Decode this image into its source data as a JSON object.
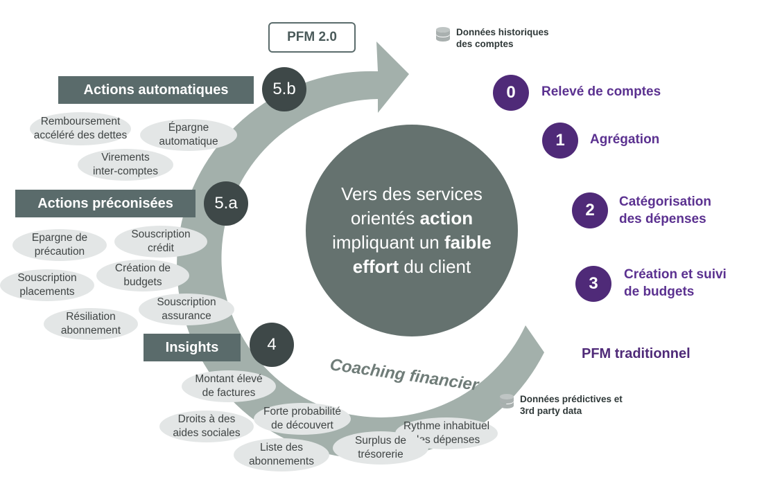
{
  "header": {
    "pfm2_label": "PFM 2.0"
  },
  "data_sources": {
    "historical": {
      "line1": "Données historiques",
      "line2": "des comptes",
      "icon": "database-icon"
    },
    "predictive": {
      "line1": "Données prédictives et",
      "line2": "3rd party data",
      "icon": "database-icon"
    }
  },
  "center": {
    "line1": "Vers des services",
    "line2_a": "orientés ",
    "line2_b": "action",
    "line3_a": "impliquant un ",
    "line3_b": "faible",
    "line4_a": "effort",
    "line4_b": " du client"
  },
  "arrow_label": "Coaching financier",
  "steps": [
    {
      "number": "0",
      "label_line1": "Relevé de comptes",
      "label_line2": ""
    },
    {
      "number": "1",
      "label_line1": "Agrégation",
      "label_line2": ""
    },
    {
      "number": "2",
      "label_line1": "Catégorisation",
      "label_line2": "des dépenses"
    },
    {
      "number": "3",
      "label_line1": "Création et suivi",
      "label_line2": "de budgets"
    }
  ],
  "traditional_label": "PFM traditionnel",
  "stages": {
    "auto": {
      "number": "5.b",
      "title": "Actions automatiques",
      "items": [
        {
          "line1": "Remboursement",
          "line2": "accéléré des dettes"
        },
        {
          "line1": "Épargne",
          "line2": "automatique"
        },
        {
          "line1": "Virements",
          "line2": "inter-comptes"
        }
      ]
    },
    "recommended": {
      "number": "5.a",
      "title": "Actions préconisées",
      "items": [
        {
          "line1": "Epargne de",
          "line2": "précaution"
        },
        {
          "line1": "Souscription",
          "line2": "crédit"
        },
        {
          "line1": "Création de",
          "line2": "budgets"
        },
        {
          "line1": "Souscription",
          "line2": "placements"
        },
        {
          "line1": "Souscription",
          "line2": "assurance"
        },
        {
          "line1": "Résiliation",
          "line2": "abonnement"
        }
      ]
    },
    "insights": {
      "number": "4",
      "title": "Insights",
      "items": [
        {
          "line1": "Montant élevé",
          "line2": "de factures"
        },
        {
          "line1": "Forte probabilité",
          "line2": "de découvert"
        },
        {
          "line1": "Droits à des",
          "line2": "aides sociales"
        },
        {
          "line1": "Rythme inhabituel",
          "line2": "des dépenses"
        },
        {
          "line1": "Liste des",
          "line2": "abonnements"
        },
        {
          "line1": "Surplus de",
          "line2": "trésorerie"
        }
      ]
    }
  },
  "colors": {
    "arrow": "#a3b0ab",
    "center_circle": "#65726f",
    "dark_badge": "#3e4848",
    "banner": "#5a6b6b",
    "purple": "#4f2a78",
    "pill": "#e3e6e6"
  }
}
